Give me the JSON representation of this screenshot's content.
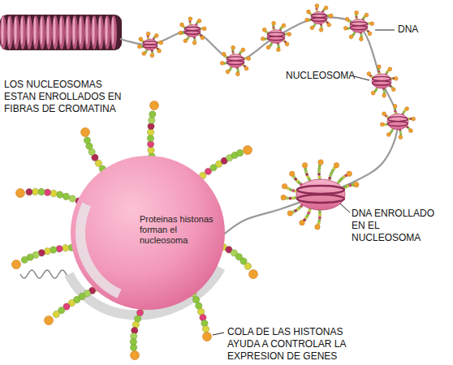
{
  "diagram": {
    "nodes": [
      {
        "text": [
          "Proteinas histonas forman el nucleosoma"
        ]
      }
    ],
    "labels": [
      "LOS NUCLEOSOMAS ESTAN ENROLLADOS EN FIBRAS DE CROMATINA",
      "DNA",
      "NUCLEOSOMA",
      "DNA ENROLLADO EN EL NUCLEOSOMA",
      "COLA DE LAS HISTONAS AYUDA A CONTROLAR LA EXPRESION DE GENES"
    ]
  }
}
